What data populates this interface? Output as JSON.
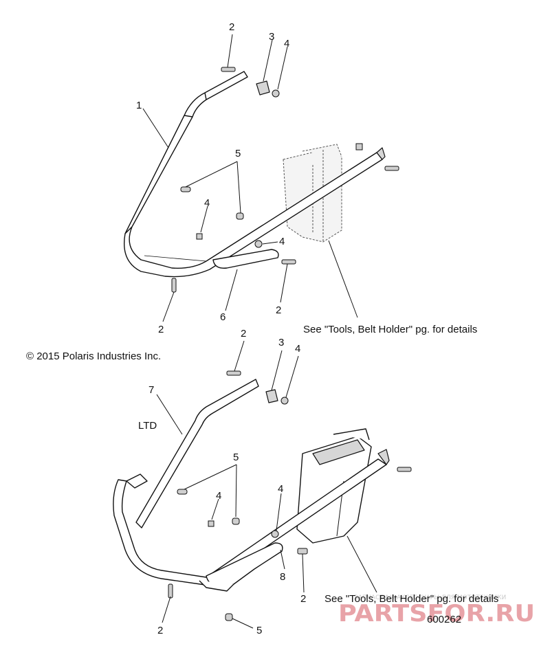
{
  "copyright": "© 2015 Polaris Industries Inc.",
  "upper_assembly": {
    "callouts": [
      "2",
      "3",
      "4",
      "1",
      "5",
      "4",
      "4",
      "2",
      "6",
      "2"
    ],
    "note": "See \"Tools, Belt Holder\" pg. for details"
  },
  "lower_assembly": {
    "variant_label": "LTD",
    "callouts": [
      "2",
      "3",
      "4",
      "7",
      "5",
      "4",
      "4",
      "8",
      "2",
      "2",
      "5"
    ],
    "note": "See \"Tools, Belt Holder\" pg. for details"
  },
  "diagram_id": "600262",
  "watermark": {
    "site": "PARTSFOR.RU",
    "tagline": "ЗАПЧАСТИ И АКСЕССУАРЫ ДЛЯ МОТОТЕХНИКИ"
  }
}
